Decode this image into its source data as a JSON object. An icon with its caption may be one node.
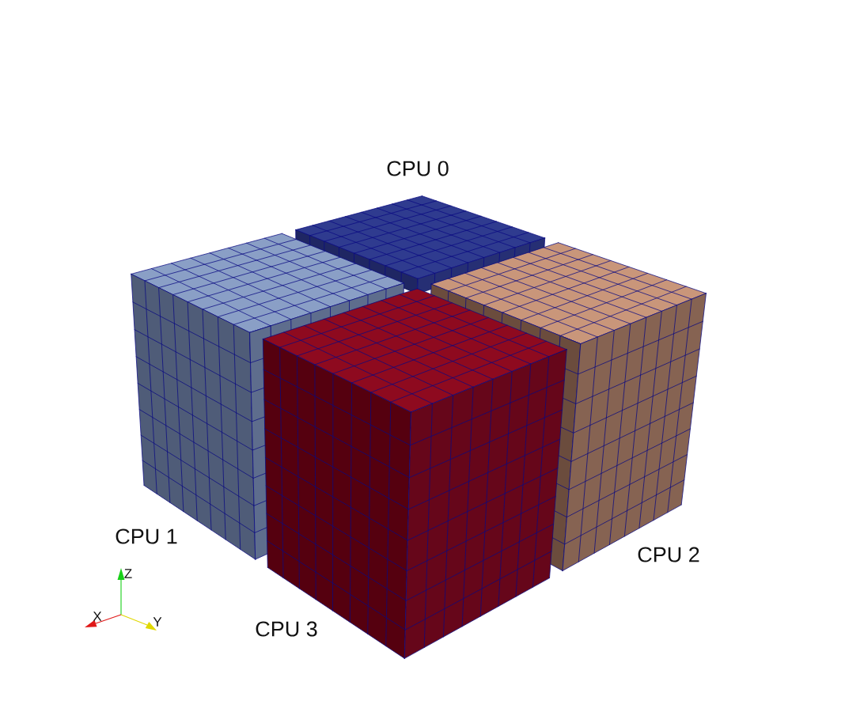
{
  "diagram": {
    "labels": [
      "CPU 0",
      "CPU 1",
      "CPU 2",
      "Z",
      "X",
      "Y",
      "CPU 3"
    ]
  }
}
